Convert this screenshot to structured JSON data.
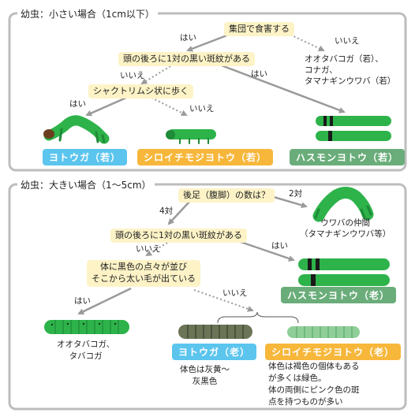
{
  "section_small": {
    "title": "幼虫：小さい場合（1cm以下）",
    "q1": "集団で食害する",
    "q1_yes": "はい",
    "q1_no": "いいえ",
    "q1_no_result": "オオタバコガ（若）、\nコナガ、\nタマナギンウワバ（若）",
    "q2": "頭の後ろに1対の黒い斑紋がある",
    "q2_yes": "はい",
    "q2_no": "いいえ",
    "q3": "シャクトリムシ状に歩く",
    "q3_yes": "はい",
    "q3_no": "いいえ",
    "name_a": "ヨトウガ（若）",
    "name_b": "シロイチモジヨトウ（若）",
    "name_c": "ハスモンヨトウ（若）"
  },
  "section_large": {
    "title": "幼虫：大きい場合（1～5cm）",
    "q1": "後足（腹脚）の数は？",
    "q1_a": "4対",
    "q1_b": "2対",
    "q1_b_result": "ウワバの仲間\n（タマナギンウワバ等）",
    "q2": "頭の後ろに1対の黒い斑紋がある",
    "q2_yes": "はい",
    "q2_no": "いいえ",
    "q3": "体に黒色の点々が並び\nそこから太い毛が出ている",
    "q3_yes": "はい",
    "q3_no": "いいえ",
    "q3_yes_result": "オオタバコガ、\nタバコガ",
    "name_c": "ハスモンヨトウ（老）",
    "name_a": "ヨトウガ（老）",
    "name_a_note": "体色は灰黄～\n灰黒色",
    "name_b": "シロイチモジヨトウ（老）",
    "name_b_note": "体色は褐色の個体もある\nが多くは緑色。\n体の両側にピンク色の斑\n点を持つものが多い"
  },
  "colors": {
    "question_bg": "#fdf3c7",
    "arrow": "#9a9a9a",
    "caterpillar_green": "#2db34a",
    "caterpillar_dark": "#6b7456",
    "label_blue": "#5bc5ee",
    "label_orange": "#f7b73b",
    "label_green": "#6aad7a"
  },
  "icons": [
    "caterpillar-icon",
    "arrow-icon"
  ]
}
